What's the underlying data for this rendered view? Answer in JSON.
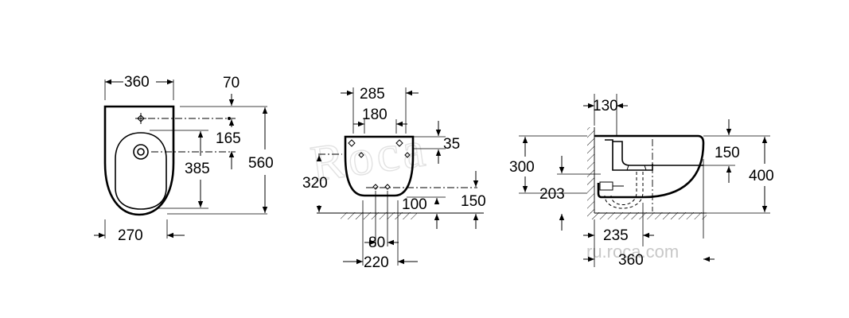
{
  "views": {
    "top": {
      "width": "360",
      "hole_offset": "70",
      "hole_depth": "165",
      "length": "560",
      "bowl_length": "385",
      "bowl_width": "270"
    },
    "front": {
      "overall_width": "285",
      "fixing_spacing": "180",
      "fixing_height": "35",
      "height": "320",
      "inlet_spacing": "80",
      "base_width": "220",
      "inlet_height": "100",
      "waste_height": "150"
    },
    "side": {
      "wall_offset": "130",
      "rim_to_fixing": "150",
      "mounting_height": "300",
      "total_height": "400",
      "waste_height": "203",
      "waste_projection": "235",
      "depth": "360"
    }
  },
  "watermark": {
    "logo": "Roca",
    "site": "ru.roca.com"
  }
}
